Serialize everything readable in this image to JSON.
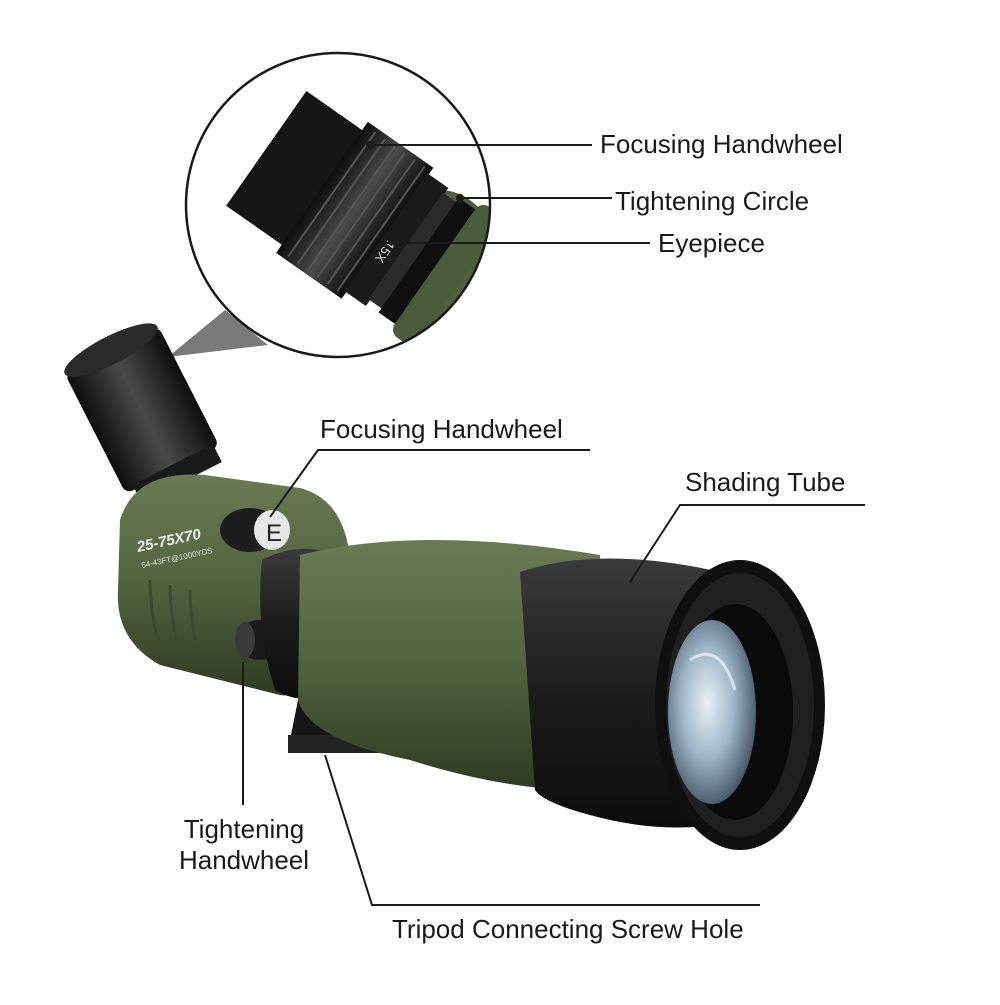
{
  "labels": {
    "focusing_handwheel_eyepiece": "Focusing Handwheel",
    "tightening_circle": "Tightening Circle",
    "eyepiece": "Eyepiece",
    "focusing_handwheel_body": "Focusing Handwheel",
    "shading_tube": "Shading Tube",
    "tightening_handwheel_line1": "Tightening",
    "tightening_handwheel_line2": "Handwheel",
    "tripod_screw_hole": "Tripod Connecting Screw Hole"
  },
  "engravings": {
    "magnification": "25-75X70",
    "field": "64-43FT@1000YDS",
    "eyepiece_mark": "15X",
    "knob_letter": "E"
  },
  "colors": {
    "body_green": "#4a5a3a",
    "tube_black": "#1e1e1e",
    "leader_line": "#1a1a1a",
    "background": "#ffffff"
  }
}
